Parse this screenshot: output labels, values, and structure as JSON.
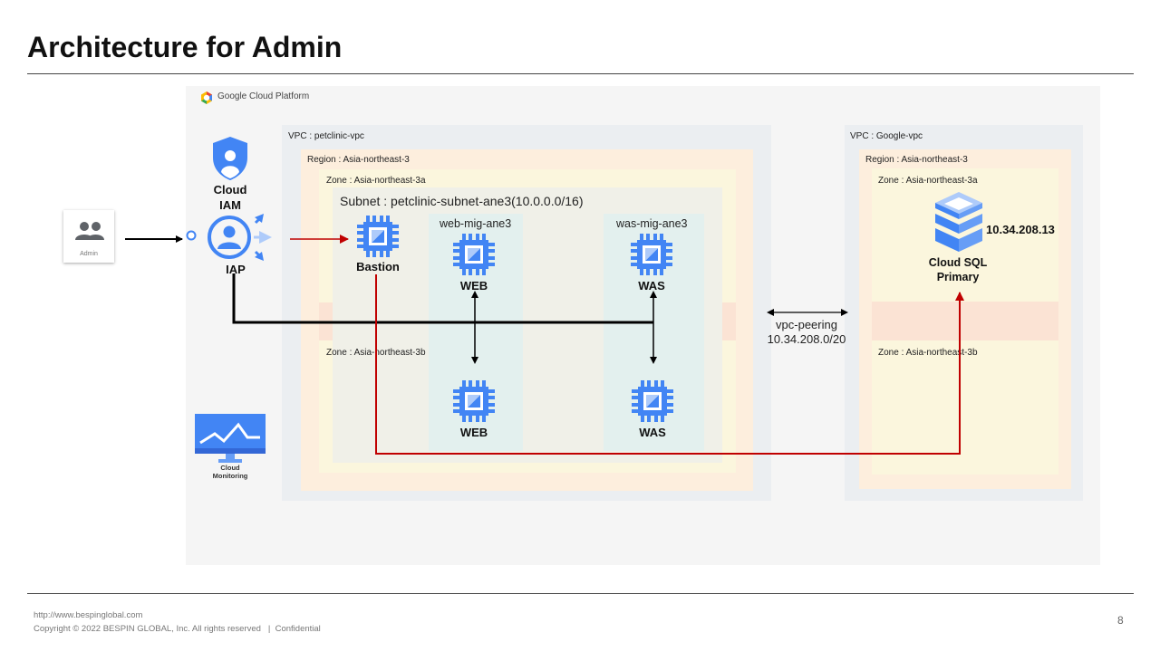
{
  "slide": {
    "title": "Architecture for Admin",
    "page_number": "8"
  },
  "footer": {
    "url": "http://www.bespinglobal.com",
    "copyright": "Copyright © 2022 BESPIN GLOBAL, Inc. All rights reserved   |  Confidential"
  },
  "diagram": {
    "platform_label": "Google Cloud Platform",
    "admin_label": "Admin",
    "cloud_iam_label": "Cloud\nIAM",
    "iap_label": "IAP",
    "cloud_monitoring_label": "Cloud\nMonitoring",
    "vpc_left": {
      "label": "VPC : petclinic-vpc",
      "region_label": "Region : Asia-northeast-3",
      "zone_a_label": "Zone : Asia-northeast-3a",
      "zone_b_label": "Zone : Asia-northeast-3b",
      "subnet_label": "Subnet : petclinic-subnet-ane3(10.0.0.0/16)",
      "mig_web_label": "web-mig-ane3",
      "mig_was_label": "was-mig-ane3",
      "bastion_label": "Bastion",
      "web_label": "WEB",
      "was_label": "WAS"
    },
    "vpc_right": {
      "label": "VPC : Google-vpc",
      "region_label": "Region : Asia-northeast-3",
      "zone_a_label": "Zone : Asia-northeast-3a",
      "zone_b_label": "Zone : Asia-northeast-3b",
      "sql_ip": "10.34.208.13",
      "sql_label": "Cloud SQL\nPrimary"
    },
    "peering": {
      "label": "vpc-peering",
      "cidr": "10.34.208.0/20"
    }
  },
  "colors": {
    "google_blue": "#4285f4",
    "chip_light": "#aecbfa",
    "red_line": "#c00000",
    "black_line": "#000000"
  }
}
